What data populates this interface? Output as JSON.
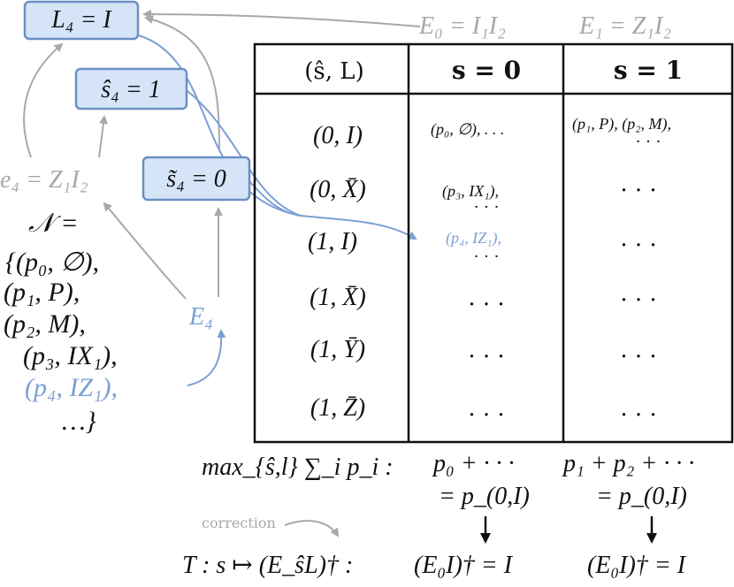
{
  "colors": {
    "box_fill": "#d6e4f8",
    "box_border": "#6b8fc4",
    "blue_text": "#7b9fd4",
    "gray": "#a8a8a8",
    "black": "#111111"
  },
  "boxes": {
    "L4": "L₄ = I",
    "s_hat4": "ŝ₄ = 1",
    "s_tilde4": "s̃₄ = 0"
  },
  "labels": {
    "E0": "E₀ = I₁I₂",
    "E1": "E₁ = Z₁I₂",
    "e4": "e₄ = Z₁I₂",
    "E4": "E₄",
    "correction": "correction"
  },
  "noise_set": {
    "head": "𝒩 =",
    "lines": [
      "{(p₀, ∅),",
      "(p₁, P),",
      "(p₂, M),",
      "(p₃, IX₁),",
      "(p₄, IZ₁),",
      "…}"
    ]
  },
  "table": {
    "headers": [
      "(ŝ, L)",
      "s = 0",
      "s = 1"
    ],
    "row_labels": [
      "(0, I)",
      "(0, X̄)",
      "(1, I)",
      "(1, X̄)",
      "(1, Ȳ)",
      "(1, Z̄)"
    ],
    "col0": [
      "(p₀, ∅), . . .",
      "(p₃, IX₁),",
      "(p₄, IZ₁),",
      ". . .",
      ". . .",
      ". . ."
    ],
    "col1": [
      "(p₁, P),  (p₂, M),",
      ". . .",
      ". . .",
      ". . .",
      ". . .",
      ". . ."
    ],
    "cont_dots": "· · ·"
  },
  "bottom": {
    "max_label": "max_{ŝ,l} ∑_i p_i :",
    "sum0": "p₀ + · · ·",
    "sum1": "p₁ + p₂ + · · ·",
    "eq0": "= p_(0,I)",
    "eq1": "= p_(0,I)",
    "T_label": "T : s ↦ (E_ŝL)† :",
    "res0": "(E₀I)† = I",
    "res1": "(E₀I)† = I"
  }
}
